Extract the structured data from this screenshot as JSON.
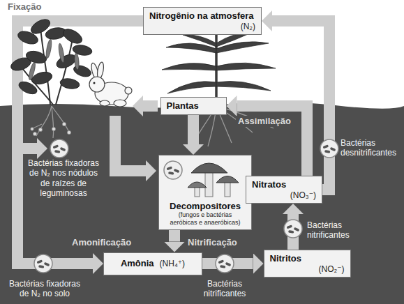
{
  "diagram": {
    "nodes": [
      {
        "text": [
          "Nitrogênio na atmosfera",
          "(N₂)"
        ]
      },
      {
        "text": [
          "Plantas"
        ]
      },
      {
        "text": [
          "Decompositores",
          "(fungos e bactérias aeróbicas e anaeróbicas)"
        ]
      },
      {
        "text": [
          "Nitratos",
          "(NO₃⁻)"
        ]
      },
      {
        "text": [
          "Amônia",
          "(NH₄⁺)"
        ]
      },
      {
        "text": [
          "Nitritos",
          "(NO₂⁻)"
        ]
      }
    ],
    "edges": [
      {
        "from": 0,
        "to": 4,
        "arrow": "to",
        "label": "Fixação"
      },
      {
        "from": 1,
        "to": 2,
        "arrow": "to"
      },
      {
        "from": 2,
        "to": 4,
        "arrow": "to",
        "label": "Amonificação"
      },
      {
        "from": 4,
        "to": 5,
        "arrow": "to",
        "label": "Nitrificação"
      },
      {
        "from": 5,
        "to": 3,
        "arrow": "to"
      },
      {
        "from": 3,
        "to": 1,
        "arrow": "to",
        "label": "Assimilação"
      },
      {
        "from": 3,
        "to": 0,
        "arrow": "to"
      }
    ],
    "labels": [
      "Bactérias fixadoras de N₂ nos nódulos de raízes de leguminosas",
      "Bactérias desnitrificantes",
      "Bactérias nitrificantes",
      "Bactérias fixadoras de N₂ no solo",
      "Bactérias nitrificantes"
    ]
  }
}
